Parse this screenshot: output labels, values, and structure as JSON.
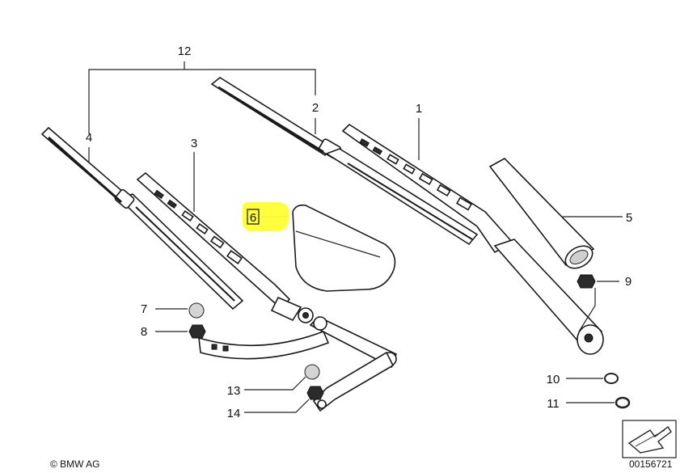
{
  "labels": {
    "p1": "1",
    "p2": "2",
    "p3": "3",
    "p4": "4",
    "p5": "5",
    "p6": "6",
    "p7": "7",
    "p8": "8",
    "p9": "9",
    "p10": "10",
    "p11": "11",
    "p12": "12",
    "p13": "13",
    "p14": "14"
  },
  "footer": {
    "copyright": "© BMW AG",
    "diagram_number": "00156721"
  },
  "highlight_color": "#ffff33"
}
